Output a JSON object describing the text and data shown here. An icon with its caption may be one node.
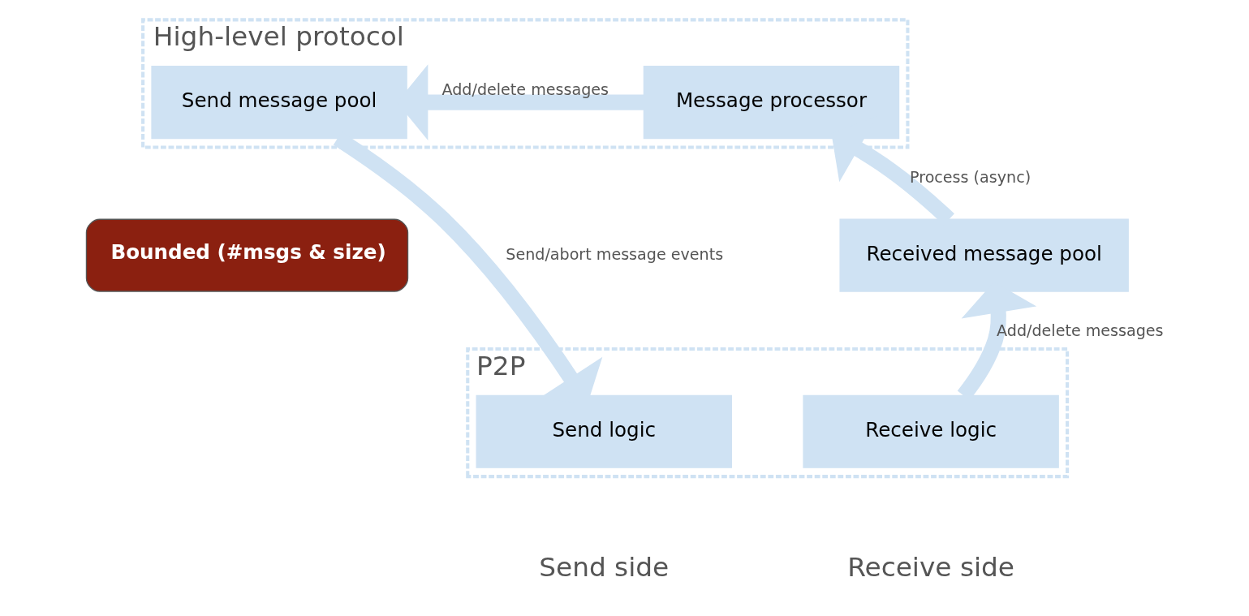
{
  "diagram": {
    "nodes": [
      {
        "text": [
          "High-level protocol"
        ]
      },
      {
        "text": [
          "Send message pool"
        ],
        "in": 0
      },
      {
        "text": [
          "Message processor"
        ],
        "in": 0
      },
      {
        "text": [
          "Bounded (#msgs & size)"
        ]
      },
      {
        "text": [
          "Received message pool"
        ]
      },
      {
        "text": [
          "P2P"
        ]
      },
      {
        "text": [
          "Send logic"
        ],
        "in": 5
      },
      {
        "text": [
          "Receive logic"
        ],
        "in": 5
      }
    ],
    "edges": [
      {
        "from": 2,
        "to": 1,
        "arrow": "to",
        "label": "Add/delete messages"
      },
      {
        "from": 1,
        "to": 6,
        "arrow": "to",
        "label": "Send/abort message events"
      },
      {
        "from": 4,
        "to": 2,
        "arrow": "to",
        "label": "Process (async)"
      },
      {
        "from": 7,
        "to": 4,
        "arrow": "to",
        "label": "Add/delete messages"
      }
    ],
    "labels": [
      "Send side",
      "Receive side"
    ]
  }
}
